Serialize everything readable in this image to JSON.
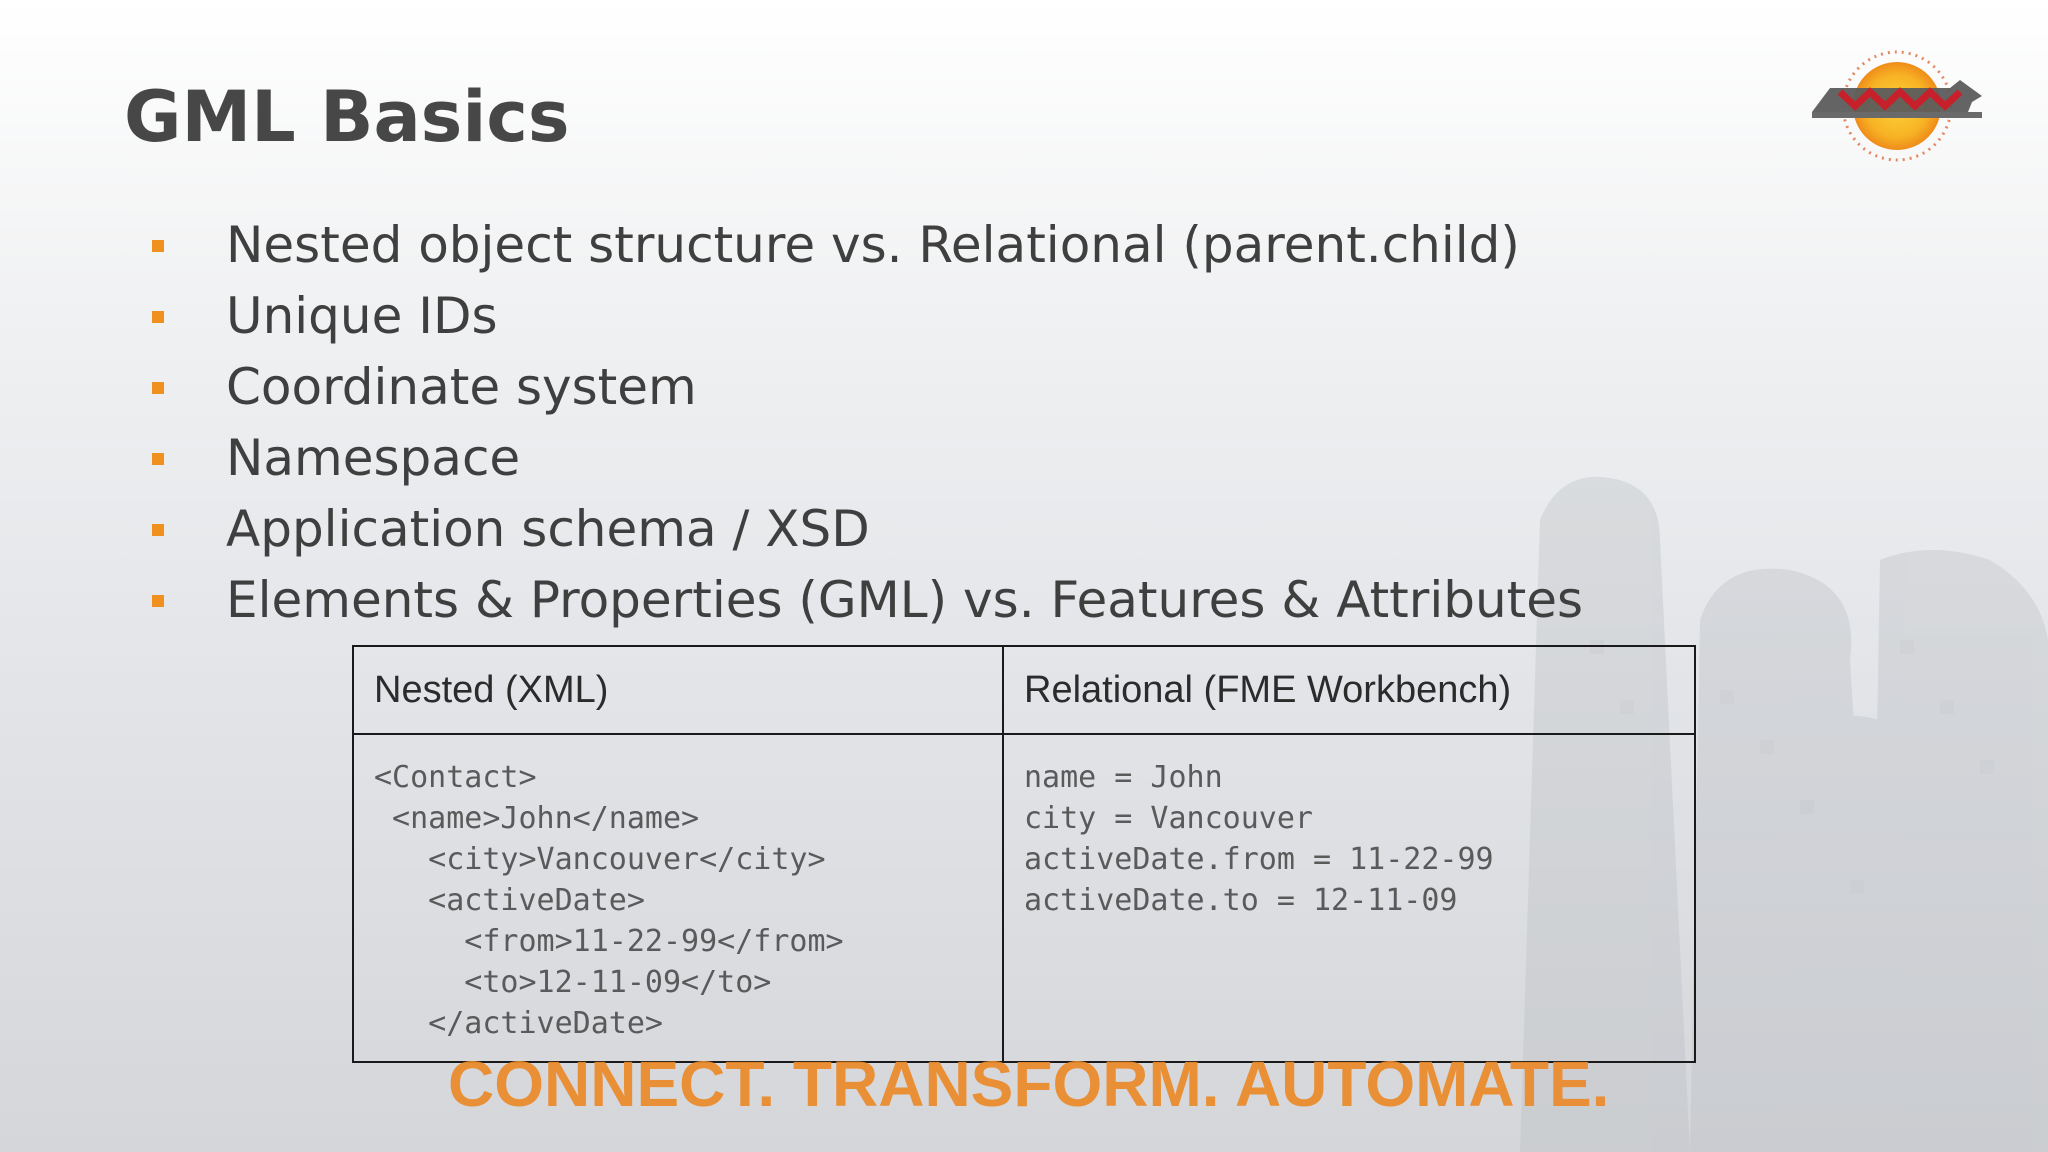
{
  "slide": {
    "title": "GML Basics",
    "bullets": [
      "Nested object structure vs. Relational (parent.child)",
      "Unique IDs",
      "Coordinate system",
      "Namespace",
      "Application schema / XSD",
      "Elements & Properties (GML) vs. Features & Attributes"
    ]
  },
  "table": {
    "headers": [
      "Nested (XML)",
      "Relational (FME Workbench)"
    ],
    "nested_lines": [
      "<Contact>",
      " <name>John</name>",
      "   <city>Vancouver</city>",
      "   <activeDate>",
      "     <from>11-22-99</from>",
      "     <to>12-11-09</to>",
      "   </activeDate>"
    ],
    "relational_lines": [
      "name = John",
      "city = Vancouver",
      "activeDate.from = 11-22-99",
      "activeDate.to = 12-11-09"
    ]
  },
  "footer": {
    "tagline": "CONNECT. TRANSFORM. AUTOMATE."
  },
  "colors": {
    "bullet_accent": "#f0901e",
    "tagline": "#eb8a2a",
    "title": "#474747"
  },
  "icons": {
    "logo": "fme-logo-icon"
  }
}
